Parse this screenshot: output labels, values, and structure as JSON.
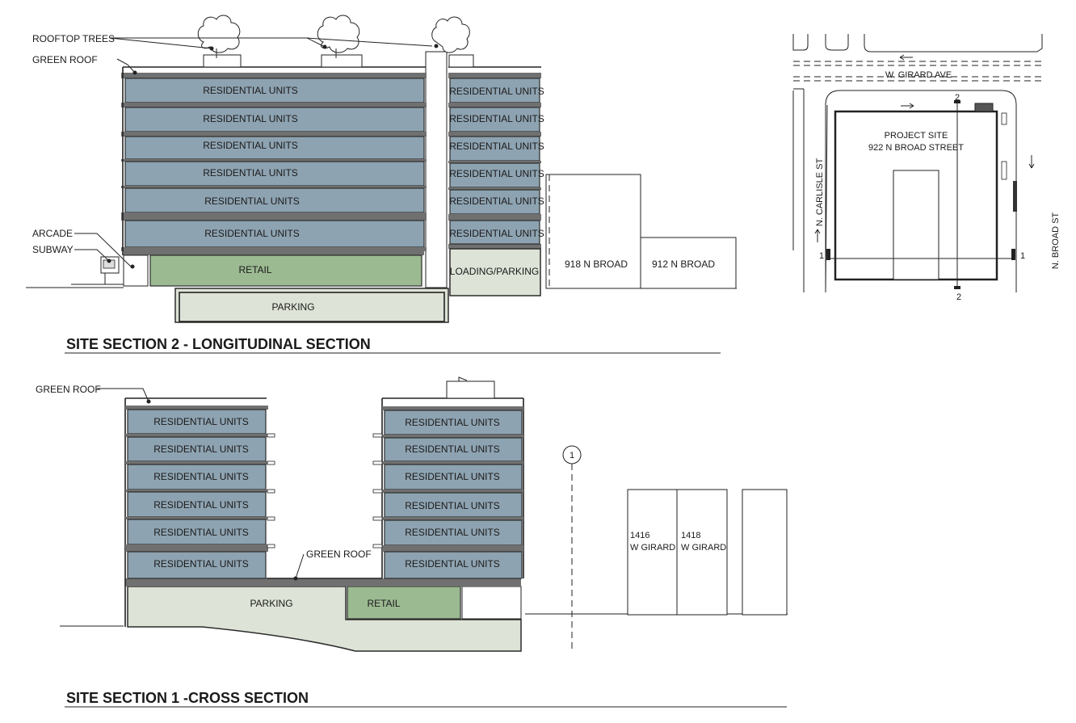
{
  "section2": {
    "title": "SITE SECTION 2 - LONGITUDINAL SECTION",
    "labels": {
      "rooftop_trees": "ROOFTOP TREES",
      "green_roof": "GREEN ROOF",
      "arcade": "ARCADE",
      "subway": "SUBWAY",
      "retail": "RETAIL",
      "parking": "PARKING",
      "loading": "LOADING/PARKING",
      "n918": "918 N BROAD",
      "n912": "912 N BROAD"
    },
    "units_left": [
      "RESIDENTIAL UNITS",
      "RESIDENTIAL UNITS",
      "RESIDENTIAL UNITS",
      "RESIDENTIAL UNITS",
      "RESIDENTIAL UNITS",
      "RESIDENTIAL UNITS"
    ],
    "units_right": [
      "RESIDENTIAL UNITS",
      "RESIDENTIAL UNITS",
      "RESIDENTIAL UNITS",
      "RESIDENTIAL UNITS",
      "RESIDENTIAL UNITS",
      "RESIDENTIAL UNITS"
    ]
  },
  "section1": {
    "title": "SITE SECTION 1 -CROSS SECTION",
    "labels": {
      "green_roof_top": "GREEN ROOF",
      "green_roof_mid": "GREEN ROOF",
      "parking": "PARKING",
      "retail": "RETAIL",
      "grid_marker": "1",
      "b1416_a": "1416",
      "b1416_b": "W GIRARD",
      "b1418_a": "1418",
      "b1418_b": "W GIRARD"
    },
    "units_left": [
      "RESIDENTIAL UNITS",
      "RESIDENTIAL UNITS",
      "RESIDENTIAL UNITS",
      "RESIDENTIAL UNITS",
      "RESIDENTIAL UNITS",
      "RESIDENTIAL UNITS"
    ],
    "units_right": [
      "RESIDENTIAL UNITS",
      "RESIDENTIAL UNITS",
      "RESIDENTIAL UNITS",
      "RESIDENTIAL UNITS",
      "RESIDENTIAL UNITS",
      "RESIDENTIAL UNITS"
    ]
  },
  "key_plan": {
    "street_top": "W. GIRARD AVE",
    "street_left": "N. CARLISLE ST",
    "street_right": "N. BROAD ST",
    "site_line1": "PROJECT SITE",
    "site_line2": "922 N BROAD STREET",
    "cut2_top": "2",
    "cut2_bottom": "2",
    "cut1_left": "1",
    "cut1_right": "1"
  },
  "colors": {
    "residential": "#8ea3b1",
    "retail": "#9cba92",
    "parking": "#dde3d6",
    "slab": "#707070"
  }
}
